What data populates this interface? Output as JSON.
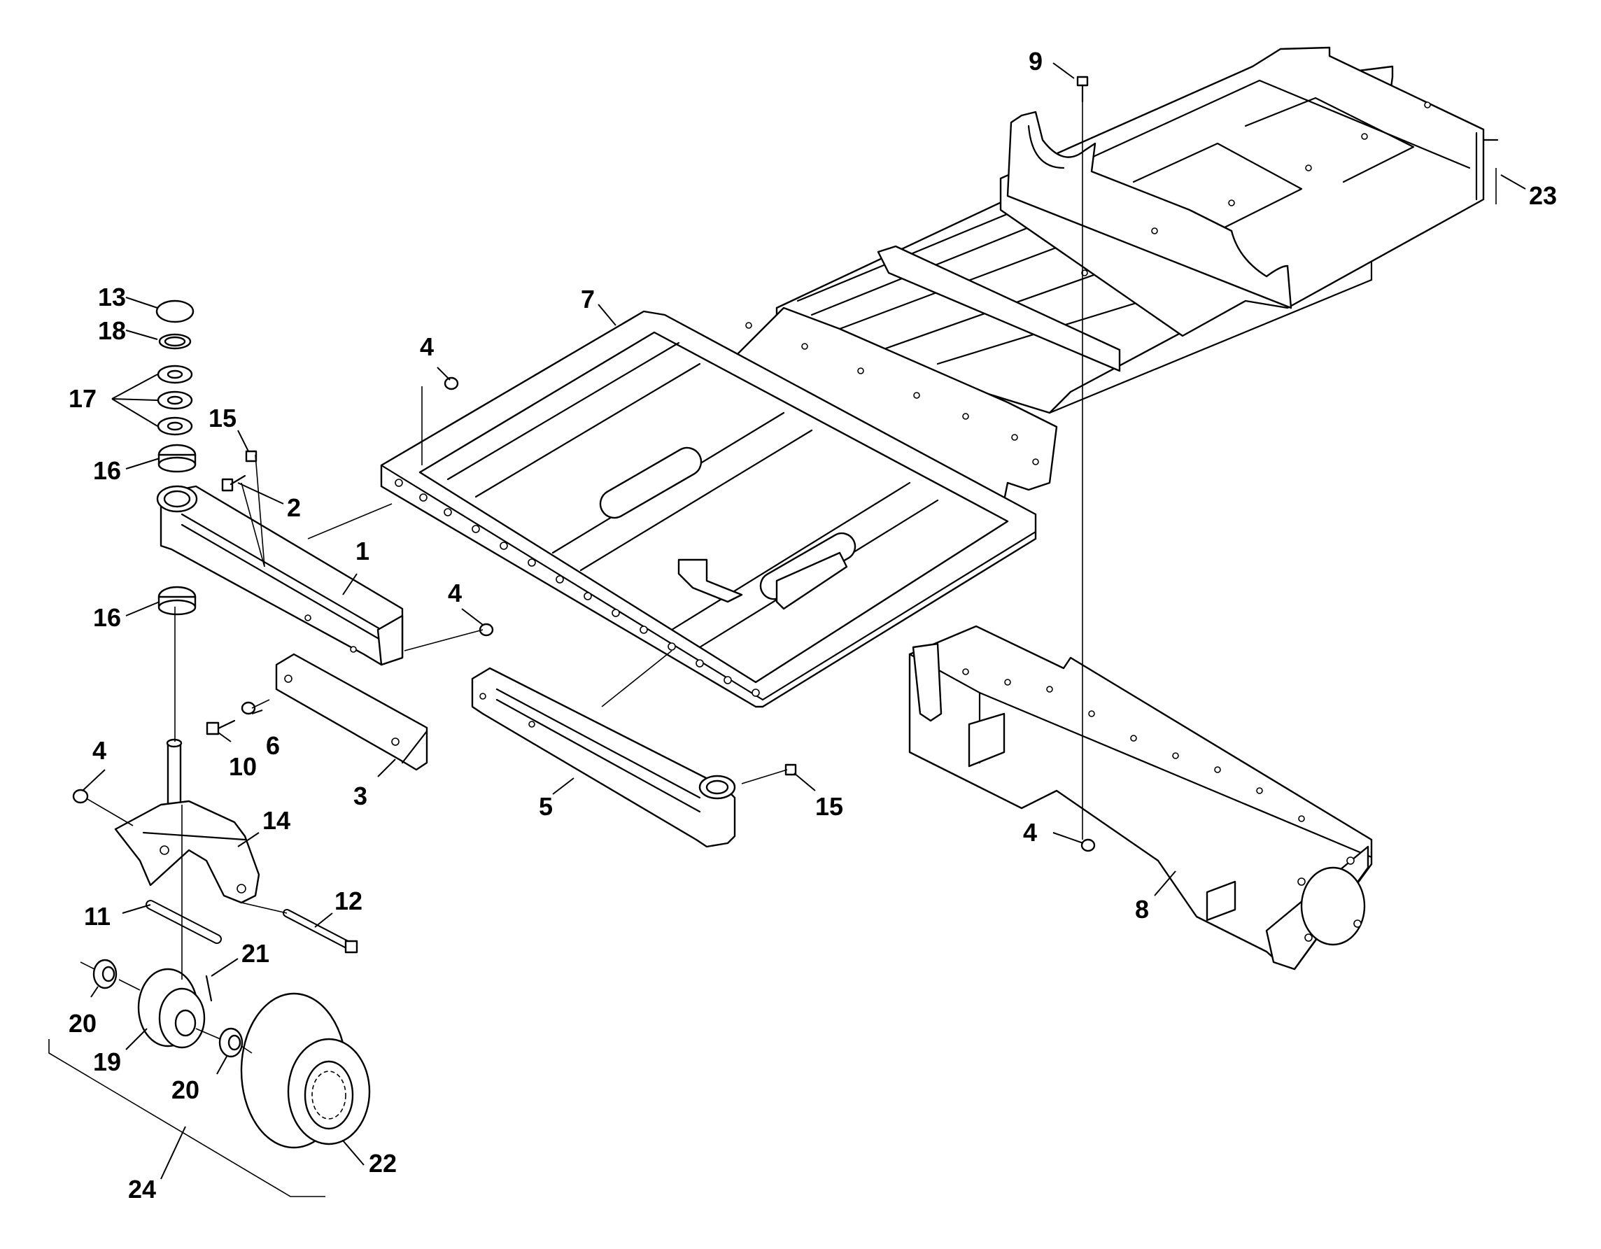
{
  "callouts": [
    {
      "id": "c1",
      "text": "1"
    },
    {
      "id": "c2",
      "text": "2"
    },
    {
      "id": "c3",
      "text": "3"
    },
    {
      "id": "c4a",
      "text": "4"
    },
    {
      "id": "c4b",
      "text": "4"
    },
    {
      "id": "c4c",
      "text": "4"
    },
    {
      "id": "c4d",
      "text": "4"
    },
    {
      "id": "c5",
      "text": "5"
    },
    {
      "id": "c6",
      "text": "6"
    },
    {
      "id": "c7",
      "text": "7"
    },
    {
      "id": "c8",
      "text": "8"
    },
    {
      "id": "c9",
      "text": "9"
    },
    {
      "id": "c10",
      "text": "10"
    },
    {
      "id": "c11",
      "text": "11"
    },
    {
      "id": "c12",
      "text": "12"
    },
    {
      "id": "c13",
      "text": "13"
    },
    {
      "id": "c14",
      "text": "14"
    },
    {
      "id": "c15a",
      "text": "15"
    },
    {
      "id": "c15b",
      "text": "15"
    },
    {
      "id": "c16a",
      "text": "16"
    },
    {
      "id": "c16b",
      "text": "16"
    },
    {
      "id": "c17",
      "text": "17"
    },
    {
      "id": "c18",
      "text": "18"
    },
    {
      "id": "c19",
      "text": "19"
    },
    {
      "id": "c20a",
      "text": "20"
    },
    {
      "id": "c20b",
      "text": "20"
    },
    {
      "id": "c21",
      "text": "21"
    },
    {
      "id": "c22",
      "text": "22"
    },
    {
      "id": "c23",
      "text": "23"
    },
    {
      "id": "c24",
      "text": "24"
    }
  ]
}
